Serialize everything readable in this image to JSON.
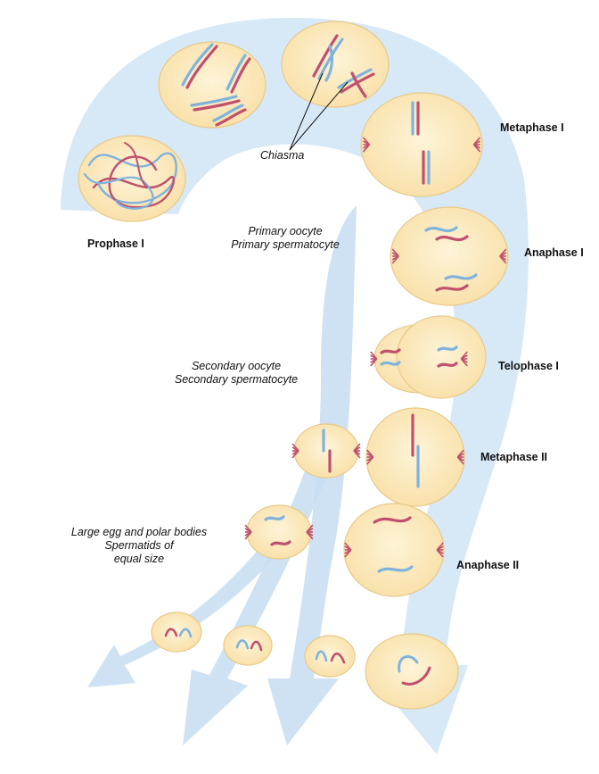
{
  "stages": {
    "prophase_1": "Prophase I",
    "metaphase_1": "Metaphase I",
    "anaphase_1": "Anaphase I",
    "telophase_1": "Telophase I",
    "metaphase_2": "Metaphase II",
    "anaphase_2": "Anaphase II"
  },
  "annotations": {
    "chiasma": "Chiasma",
    "primary_line1": "Primary oocyte",
    "primary_line2": "Primary spermatocyte",
    "secondary_line1": "Secondary oocyte",
    "secondary_line2": "Secondary spermatocyte",
    "products_line1": "Large egg and polar bodies",
    "products_line2": "Spermatids of",
    "products_line3": "equal size"
  },
  "colors": {
    "arrow": "#c9dff2",
    "cell_fill": "#fbe6b6",
    "cell_edge": "#e8c98a",
    "chrom_red": "#c0506e",
    "chrom_blue": "#7fb3dc",
    "spindle": "#222222"
  }
}
